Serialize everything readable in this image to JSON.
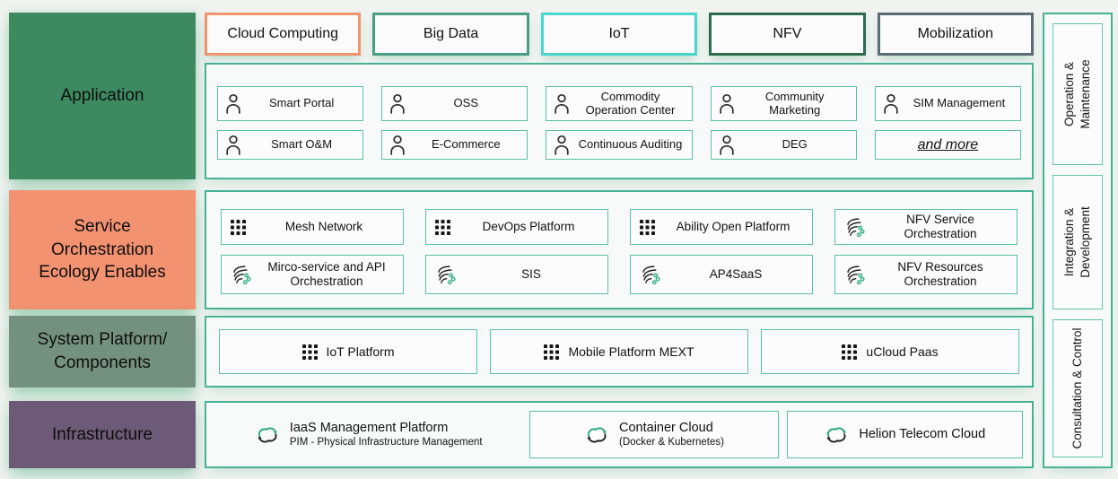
{
  "colors": {
    "background": "#f0f3f0",
    "section_border": "#46b295",
    "item_border": "#59bfab",
    "icon_green": "#2fa made-accent",
    "accent_green": "#35b186",
    "glow": "#6eb996"
  },
  "layers": [
    {
      "label": "Application",
      "color": "#3d8a61"
    },
    {
      "label": "Service\nOrchestration\nEcology Enables",
      "color": "#f29270"
    },
    {
      "label": "System Platform/\nComponents",
      "color": "#74917f"
    },
    {
      "label": "Infrastructure",
      "color": "#6d5a76"
    }
  ],
  "top_chips": [
    {
      "label": "Cloud Computing",
      "border": "#f0946e"
    },
    {
      "label": "Big Data",
      "border": "#4a9e85"
    },
    {
      "label": "IoT",
      "border": "#4ad5ce"
    },
    {
      "label": "NFV",
      "border": "#2d6b4f"
    },
    {
      "label": "Mobilization",
      "border": "#5c6b74"
    }
  ],
  "application": {
    "items": [
      {
        "label": "Smart Portal",
        "icon": "person-icon"
      },
      {
        "label": "OSS",
        "icon": "person-icon"
      },
      {
        "label": "Commodity Operation Center",
        "icon": "person-icon"
      },
      {
        "label": "Community Marketing",
        "icon": "person-icon"
      },
      {
        "label": "SIM Management",
        "icon": "person-icon"
      },
      {
        "label": "Smart O&M",
        "icon": "person-icon"
      },
      {
        "label": "E-Commerce",
        "icon": "person-icon"
      },
      {
        "label": "Continuous Auditing",
        "icon": "person-icon"
      },
      {
        "label": "DEG",
        "icon": "person-icon"
      },
      {
        "label": "and more",
        "icon": "none"
      }
    ]
  },
  "service": {
    "items": [
      {
        "label": "Mesh Network",
        "icon": "grid-icon"
      },
      {
        "label": "DevOps Platform",
        "icon": "grid-icon"
      },
      {
        "label": "Ability Open Platform",
        "icon": "grid-icon"
      },
      {
        "label": "NFV Service Orchestration",
        "icon": "wave-icon"
      },
      {
        "label": "Mirco-service and API Orchestration",
        "icon": "wave-icon"
      },
      {
        "label": "SIS",
        "icon": "wave-icon"
      },
      {
        "label": "AP4SaaS",
        "icon": "wave-icon"
      },
      {
        "label": "NFV Resources Orchestration",
        "icon": "wave-icon"
      }
    ]
  },
  "system": {
    "items": [
      {
        "label": "IoT Platform",
        "icon": "grid-icon"
      },
      {
        "label": "Mobile Platform MEXT",
        "icon": "grid-icon"
      },
      {
        "label": "uCloud Paas",
        "icon": "grid-icon"
      }
    ]
  },
  "infrastructure": {
    "items": [
      {
        "title": "IaaS Management Platform",
        "subtitle": "PIM - Physical Infrastructure Management",
        "icon": "cloud-sync-icon"
      },
      {
        "title": "Container Cloud",
        "subtitle": "(Docker & Kubernetes)",
        "icon": "cloud-sync-icon"
      },
      {
        "title": "Helion Telecom Cloud",
        "subtitle": "",
        "icon": "cloud-sync-icon"
      }
    ]
  },
  "right_rail": {
    "items": [
      {
        "label": "Operation &\nMaintenance"
      },
      {
        "label": "Integration &\nDevelopment"
      },
      {
        "label": "Consultation & Control"
      }
    ]
  }
}
